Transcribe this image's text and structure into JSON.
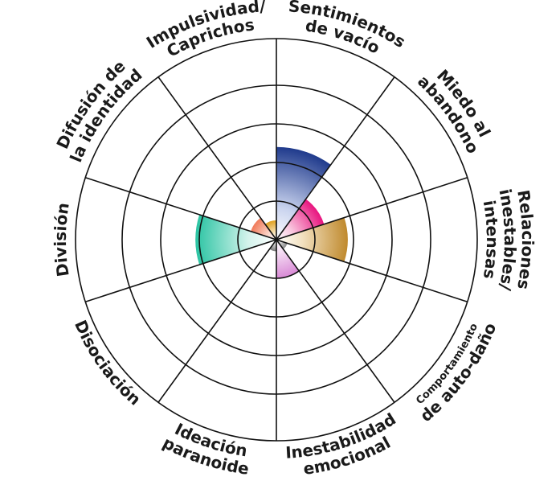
{
  "chart_data": {
    "type": "polar-area",
    "title": "",
    "rlim": [
      0,
      4
    ],
    "grid": true,
    "categories": [
      {
        "label": [
          "Sentimientos",
          "de vacío"
        ],
        "value": 2.4,
        "color": "#1f3a8c",
        "color_light": "#c9d3ee"
      },
      {
        "label": [
          "Miedo al",
          "abandono"
        ],
        "value": 1.3,
        "color": "#e8157f",
        "color_light": "#f9c7df"
      },
      {
        "label": [
          "Relaciones",
          "inestables/",
          "intensas"
        ],
        "value": 1.85,
        "color": "#c08a2e",
        "color_light": "#f3e3c4"
      },
      {
        "label": [
          "Comportamiento",
          "de auto-daño"
        ],
        "value": 0.3,
        "color": "#8a8a8a",
        "color_light": "#dcdcdc"
      },
      {
        "label": [
          "Inestabilidad",
          "emocional"
        ],
        "value": 1.0,
        "color": "#d98ad6",
        "color_light": "#f4dcf3"
      },
      {
        "label": [
          "Ideación",
          "paranoide"
        ],
        "value": 0.3,
        "color": "#7a7a7a",
        "color_light": "#dedede"
      },
      {
        "label": [
          "Disociación"
        ],
        "value": 0.0,
        "color": "#999999",
        "color_light": "#dddddd"
      },
      {
        "label": [
          "División"
        ],
        "value": 2.1,
        "color": "#2bc4a3",
        "color_light": "#d4f3ec"
      },
      {
        "label": [
          "Difusión de",
          "la identidad"
        ],
        "value": 0.7,
        "color": "#f07a5a",
        "color_light": "#fbd8cc"
      },
      {
        "label": [
          "Impulsividad/",
          "Caprichos"
        ],
        "value": 0.5,
        "color": "#e0a020",
        "color_light": "#f8e6bf"
      }
    ]
  }
}
